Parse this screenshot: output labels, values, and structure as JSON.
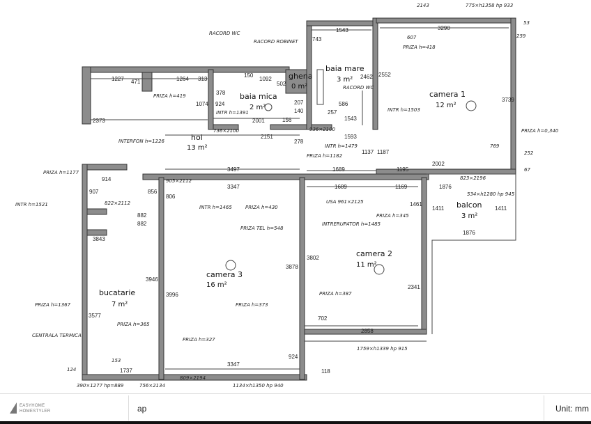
{
  "rooms": [
    {
      "name": "baia mare",
      "area": "3 m²"
    },
    {
      "name": "ghena",
      "area": "0 m²"
    },
    {
      "name": "baia mica",
      "area": "2 m²"
    },
    {
      "name": "camera 1",
      "area": "12 m²"
    },
    {
      "name": "hol",
      "area": "13 m²"
    },
    {
      "name": "balcon",
      "area": "3 m²"
    },
    {
      "name": "camera 2",
      "area": "11 m²"
    },
    {
      "name": "camera 3",
      "area": "16 m²"
    },
    {
      "name": "bucatarie",
      "area": "7 m²"
    }
  ],
  "dimensions": [
    "1227",
    "471",
    "1264",
    "313",
    "150",
    "1092",
    "502",
    "378",
    "924",
    "1074",
    "2001",
    "2151",
    "2373",
    "1543",
    "3290",
    "743",
    "2462",
    "2552",
    "1543",
    "1593",
    "3739",
    "1137",
    "1187",
    "3497",
    "1689",
    "1195",
    "2002",
    "914",
    "907",
    "1689",
    "1169",
    "1876",
    "1411",
    "1411",
    "1876",
    "3347",
    "856",
    "806",
    "882",
    "882",
    "3843",
    "3577",
    "3946",
    "3996",
    "3878",
    "3802",
    "2341",
    "2858",
    "702",
    "1737",
    "3347",
    "924",
    "118",
    "2143",
    "607",
    "586",
    "257",
    "207",
    "156",
    "278",
    "140",
    "1461",
    "252",
    "769",
    "67",
    "53",
    "259",
    "153",
    "124"
  ],
  "annotations": [
    "PRIZA h=418",
    "RACORD WC",
    "RACORD ROBINET",
    "INTR h=1503",
    "PRIZA h=0,340",
    "INTERFON h=1226",
    "PRIZA h=419",
    "INTR h=1391",
    "PRIZA h=1177",
    "INTR h=1521",
    "INTR h=1465",
    "PRIZA h=430",
    "PRIZA TEL h=548",
    "INTR h=1479",
    "PRIZA h=1182",
    "USA 961×2125",
    "INTRERUPATOR h=1485",
    "PRIZA h=345",
    "PRIZA h=387",
    "PRIZA h=373",
    "PRIZA h=365",
    "PRIZA h=327",
    "CENTRALA TERMICA",
    "PRIZA h=1367",
    "736×2100",
    "936×2100",
    "905×2112",
    "822×2112",
    "823×2196",
    "534×h1280 hp 945",
    "1759×h1339 hp 915",
    "1134×h1350 hp 940",
    "390×1277 hp=889",
    "756×2134",
    "809×2194",
    "775×h1358 hp 933",
    "RACORD WC"
  ],
  "footer": {
    "brand_line1": "EASYHOME",
    "brand_line2": "HOMESTYLER",
    "plan_name": "ap",
    "unit": "Unit: mm"
  },
  "colors": {
    "wall": "#8c8c8c",
    "line": "#333333"
  }
}
